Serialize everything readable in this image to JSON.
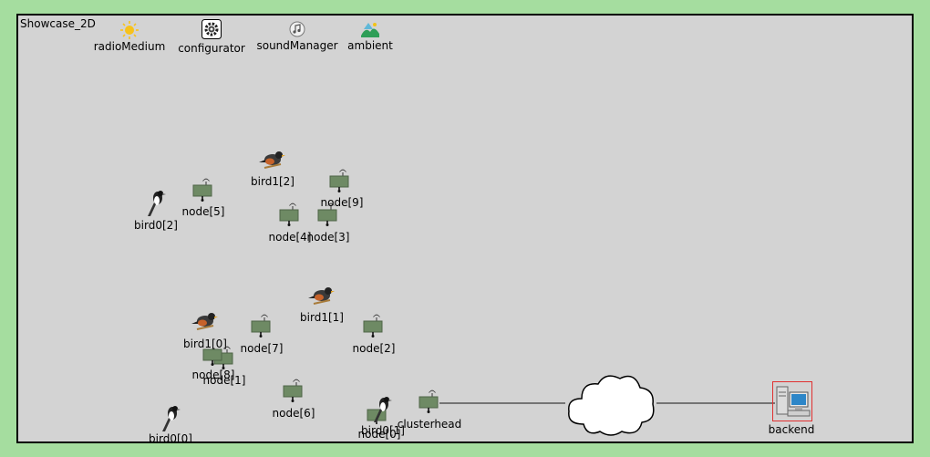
{
  "network": {
    "title": "Showcase_2D"
  },
  "submodules": {
    "radioMedium": "radioMedium",
    "configurator": "configurator",
    "soundManager": "soundManager",
    "ambient": "ambient"
  },
  "birds": {
    "bird0_0": "bird0[0]",
    "bird0_1": "bird0[1]",
    "bird0_2": "bird0[2]",
    "bird1_0": "bird1[0]",
    "bird1_1": "bird1[1]",
    "bird1_2": "bird1[2]"
  },
  "nodes": {
    "node1": "node[1]",
    "node2": "node[2]",
    "node3": "node[3]",
    "node4": "node[4]",
    "node5": "node[5]",
    "node6": "node[6]",
    "node7": "node[7]",
    "node8": "node[8]",
    "node9": "node[9]",
    "node0": "node[0]"
  },
  "infrastructure": {
    "clusterhead": "clusterhead",
    "internetCloud": "internetCloud",
    "backend": "backend"
  },
  "colors": {
    "background": "#a5dd9f",
    "canvas": "#d3d3d3",
    "node": "#6e8a64",
    "selection": "#e03030"
  }
}
